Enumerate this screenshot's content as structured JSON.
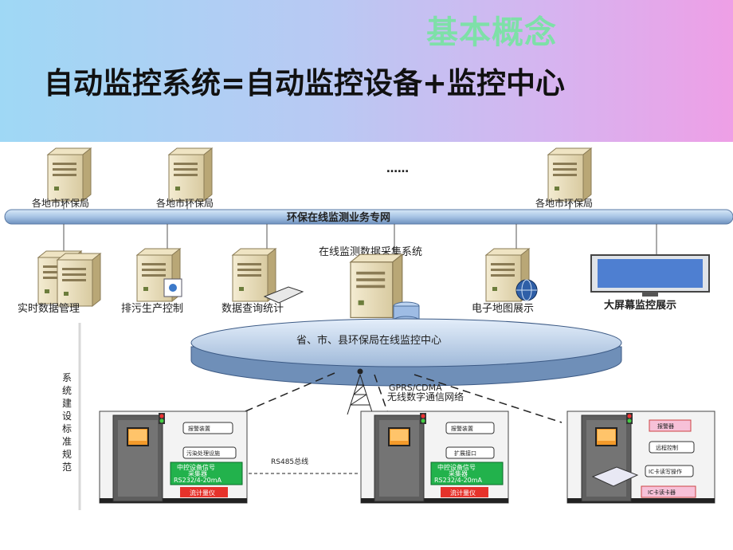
{
  "header": {
    "title": "基本概念",
    "subtitle": "自动监控系统=自动监控设备+监控中心"
  },
  "diagram": {
    "top_servers": [
      "各地市环保局",
      "各地市环保局",
      "各地市环保局"
    ],
    "ellipsis": "……",
    "network_bus": "环保在线监测业务专网",
    "collection_system": "在线监测数据采集系统",
    "middle_nodes": [
      "实时数据管理",
      "排污生产控制",
      "数据查询统计",
      "电子地图展示",
      "大屏幕监控展示"
    ],
    "center": "省、市、县环保局在线监控中心",
    "wireless": [
      "GPRS/CDMA",
      "无线数字通信网络"
    ],
    "side_note": "系统建设标准规范",
    "rs485": "RS485总线",
    "site1": {
      "tag1": "报警装置",
      "tag2": "污染处理设施",
      "green": [
        "中控设备信号",
        "采集器",
        "RS232/4-20mA"
      ],
      "red": "流计量仪"
    },
    "site2": {
      "tag1": "报警装置",
      "tag2": "扩展接口",
      "green": [
        "中控设备信号",
        "采集器",
        "RS232/4-20mA"
      ],
      "red": "流计量仪"
    },
    "site3": {
      "tag1": "报警器",
      "tag2": "远程控制",
      "tag3": "IC卡读写操作",
      "red": "IC卡读卡器"
    }
  }
}
